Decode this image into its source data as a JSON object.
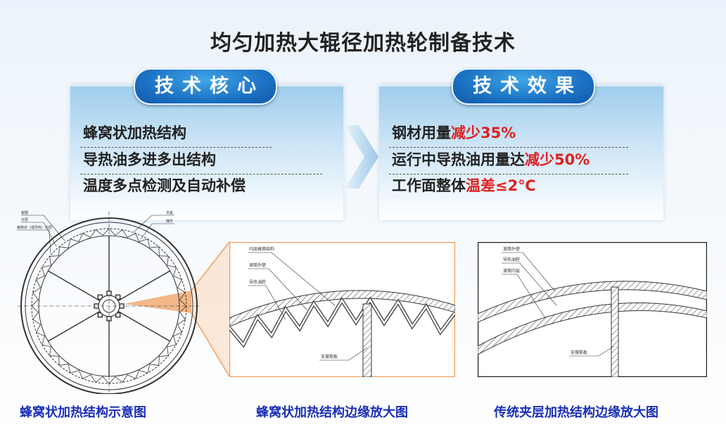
{
  "title": "均匀加热大辊径加热轮制备技术",
  "core": {
    "badge": "技术核心",
    "items": [
      "蜂窝状加热结构",
      "导热油多进多出结构",
      "温度多点检测及自动补偿"
    ]
  },
  "effect": {
    "badge": "技术效果",
    "items": [
      {
        "pre": "钢材用量",
        "hl": "减少35%"
      },
      {
        "pre": "运行中导热油用量达",
        "hl": "减少50%"
      },
      {
        "pre": "工作面整体",
        "hl": "温差≤2℃"
      }
    ]
  },
  "wheel": {
    "labels": [
      "辊圈",
      "外层",
      "蜂窝状（或导热）内层",
      "支座",
      "撑杆"
    ]
  },
  "honeycomb_zoom": {
    "labels": [
      "内层蜂窝结构",
      "滚筒外壁",
      "导热油腔",
      "支撑筋板"
    ]
  },
  "traditional_zoom": {
    "labels": [
      "滚筒外壁",
      "导热油腔",
      "滚筒内层",
      "支撑筋板"
    ]
  },
  "captions": [
    "蜂窝状加热结构示意图",
    "蜂窝状加热结构边缘放大图",
    "传统夹层加热结构边缘放大图"
  ],
  "colors": {
    "accent_blue": "#1c72c4",
    "highlight_red": "#e02020",
    "caption_blue": "#1a2fb5",
    "zoom_orange": "#f0a060"
  }
}
